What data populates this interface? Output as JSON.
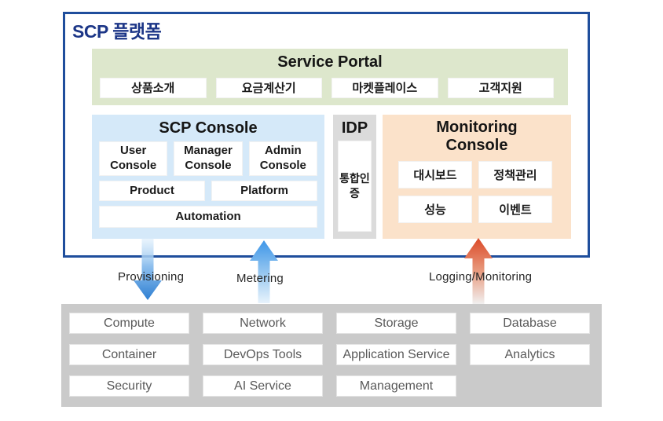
{
  "platform": {
    "title": "SCP 플랫폼",
    "service_portal": {
      "title": "Service Portal",
      "items": [
        "상품소개",
        "요금계산기",
        "마켓플레이스",
        "고객지원"
      ]
    },
    "scp_console": {
      "title": "SCP Console",
      "top_row": [
        "User Console",
        "Manager Console",
        "Admin Console"
      ],
      "mid_row": [
        "Product",
        "Platform"
      ],
      "bottom_row": [
        "Automation"
      ]
    },
    "idp": {
      "title": "IDP",
      "item": "통합인증"
    },
    "monitoring_console": {
      "title": "Monitoring Console",
      "items": [
        "대시보드",
        "정책관리",
        "성능",
        "이벤트"
      ]
    }
  },
  "flows": {
    "provisioning": {
      "label": "Provisioning",
      "direction": "down",
      "gradient_start": "#d9ecfb",
      "gradient_end": "#2e7fd2"
    },
    "metering": {
      "label": "Metering",
      "direction": "up",
      "gradient_start": "#3e96e8",
      "gradient_end": "#e8f3fc"
    },
    "logging": {
      "label": "Logging/Monitoring",
      "direction": "up",
      "gradient_start": "#db4a28",
      "gradient_end": "#f1f0f0"
    }
  },
  "infrastructure": {
    "items": [
      "Compute",
      "Network",
      "Storage",
      "Database",
      "Container",
      "DevOps Tools",
      "Application Service",
      "Analytics",
      "Security",
      "AI Service",
      "Management"
    ]
  },
  "colors": {
    "platform_border": "#1f4e9c",
    "platform_title": "#1c3687",
    "service_portal_bg": "#dde7cc",
    "scp_console_bg": "#d5e9f9",
    "idp_bg": "#dbdbdb",
    "monitoring_bg": "#fbe2ca",
    "infra_band_bg": "#cacaca",
    "infra_text": "#595959"
  }
}
